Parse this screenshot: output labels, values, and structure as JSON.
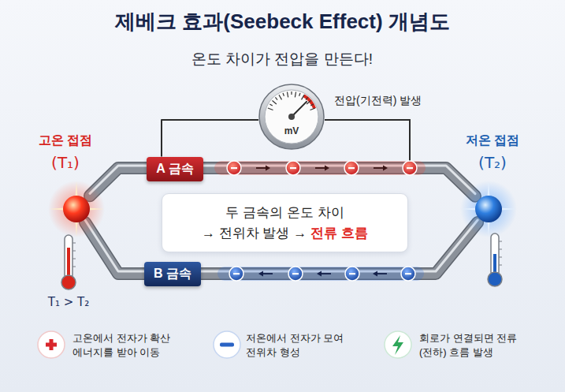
{
  "diagram": {
    "title": "제베크 효과(Seebeck Effect) 개념도",
    "nodes": [
      {
        "text": [
          "mV"
        ]
      },
      {
        "text": [
          "고온 접점",
          "(T₁)"
        ]
      },
      {
        "text": [
          "A 금속"
        ]
      },
      {
        "text": [
          "저온 접점",
          "(T₂)"
        ]
      },
      {
        "text": [
          "두 금속의 온도 차이",
          "→ 전위차 발생 →",
          "전류 흐름"
        ]
      },
      {
        "text": [
          "B 금속"
        ]
      }
    ],
    "edges": [
      {
        "from": 1,
        "to": 3,
        "arrow": "none"
      },
      {
        "from": 1,
        "to": 3,
        "arrow": "none"
      },
      {
        "from": 0,
        "to": 2,
        "arrow": "none"
      }
    ],
    "labels": [
      "온도 차이가 전압을 만든다!",
      "전압(기전력) 발생",
      "T₁ > T₂"
    ],
    "legend": [
      {
        "text": "고온에서 전자가 확산 에너지를 받아 이동"
      },
      {
        "text": "저온에서 전자가 모여 전위차 형성"
      },
      {
        "text": "회로가 연결되면 전류(전하) 흐름 발생"
      }
    ]
  }
}
